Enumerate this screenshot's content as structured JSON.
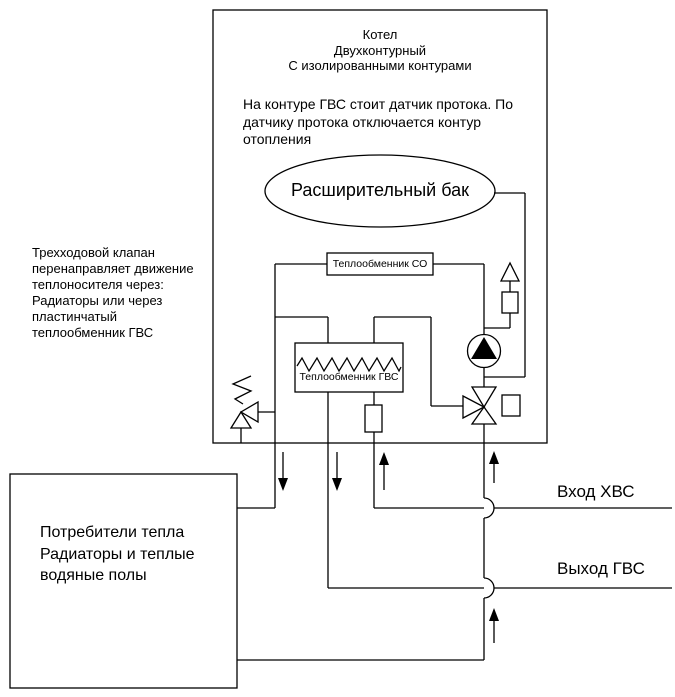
{
  "diagram": {
    "boiler": {
      "title": "Котел\nДвухконтурный\nС изолированными контурами",
      "note": "На контуре ГВС стоит датчик протока. По\nдатчику протока отключается контур\nотопления"
    },
    "expansion_tank": {
      "label": "Расширительный бак"
    },
    "heat_exchanger_co": {
      "label": "Теплообменник СО"
    },
    "heat_exchanger_gvs": {
      "label": "Теплообменник ГВС"
    },
    "annotation_three_way_valve": "Трехходовой клапан\nперенаправляет движение\nтеплоносителя через:\nРадиаторы или через\nпластинчатый\nтеплообменник ГВС",
    "consumers": {
      "label": "Потребители тепла\nРадиаторы и теплые\nводяные полы"
    },
    "io_labels": {
      "cold_water_inlet": "Вход ХВС",
      "hot_water_outlet": "Выход ГВС"
    },
    "colors": {
      "line": "#000000",
      "background": "#ffffff"
    }
  }
}
